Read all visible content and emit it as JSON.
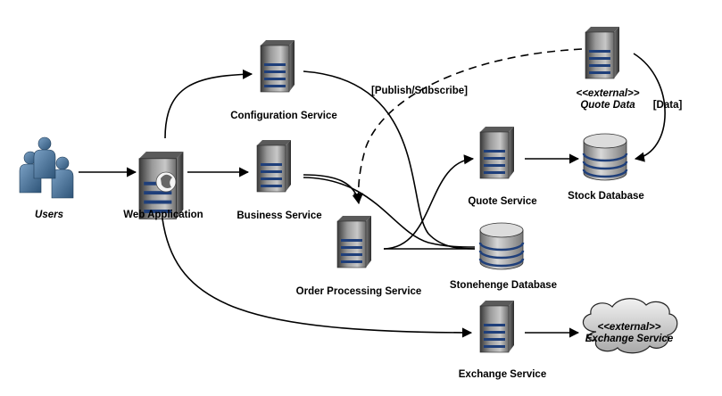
{
  "nodes": {
    "users": "Users",
    "web_application": "Web Application",
    "configuration_service": "Configuration Service",
    "business_service": "Business Service",
    "order_processing_service": "Order Processing Service",
    "quote_service": "Quote Service",
    "stock_database": "Stock Database",
    "stonehenge_database": "Stonehenge Database",
    "exchange_service": "Exchange Service",
    "quote_data_stereotype": "<<external>>",
    "quote_data": "Quote Data",
    "exchange_cloud_stereotype": "<<external>>",
    "exchange_cloud": "Exchange Service"
  },
  "edges": {
    "publish_subscribe": "[Publish/Subscribe]",
    "data": "[Data]"
  }
}
